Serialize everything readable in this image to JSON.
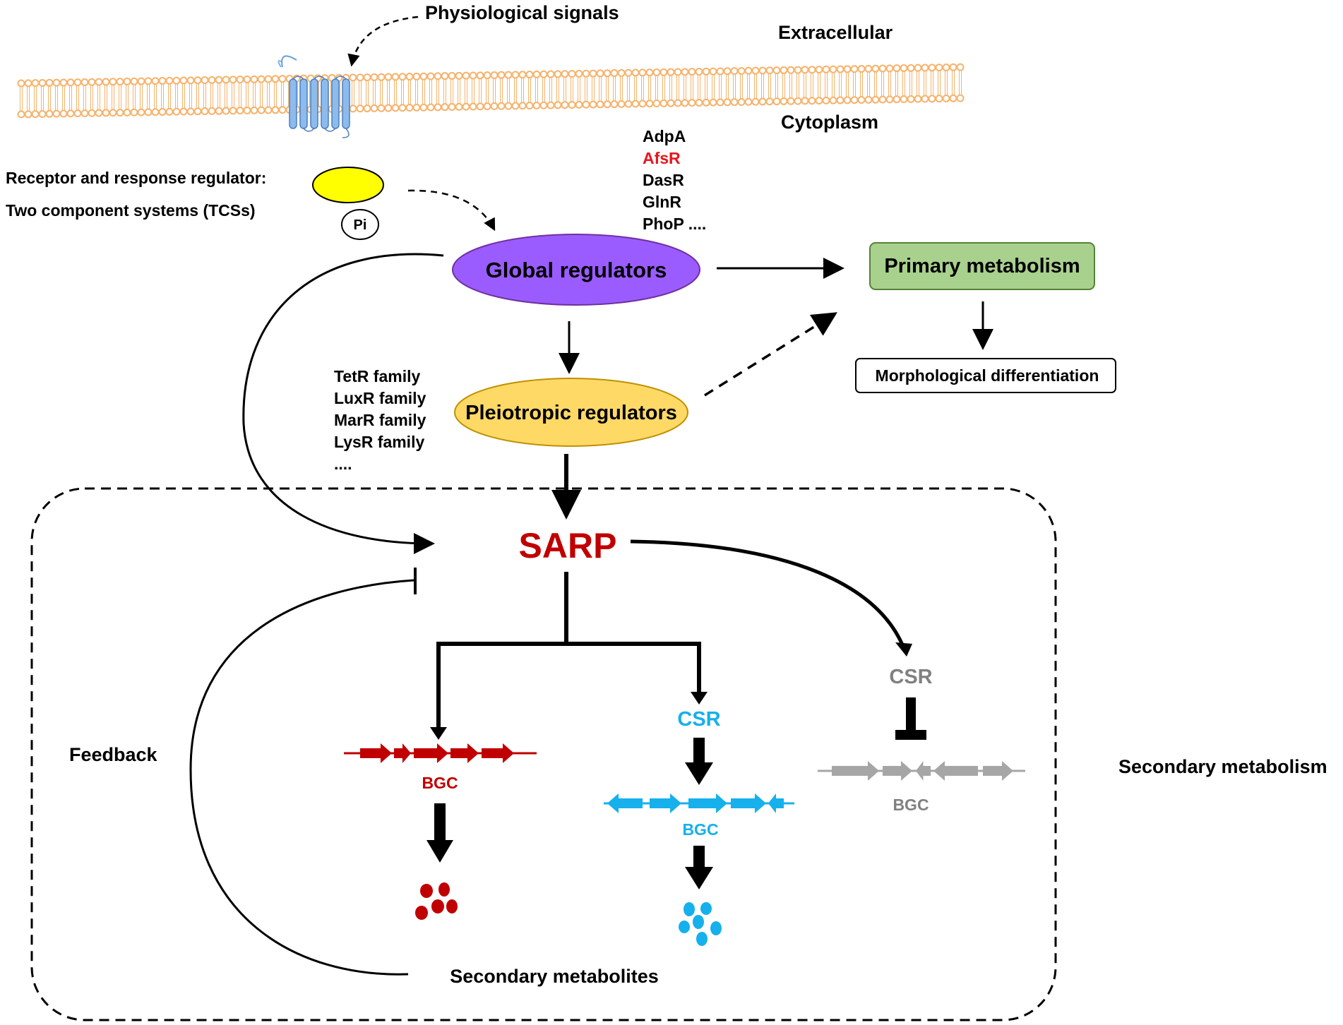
{
  "labels": {
    "physiological_signals": "Physiological signals",
    "extracellular": "Extracellular",
    "cytoplasm": "Cytoplasm",
    "receptor": "Receptor and response regulator:",
    "tcs": "Two component systems (TCSs)",
    "pi": "Pi",
    "global_regulators": "Global regulators",
    "primary_metabolism": "Primary metabolism",
    "morphological_differentiation": "Morphological  differentiation",
    "pleiotropic_regulators": "Pleiotropic regulators",
    "sarp": "SARP",
    "feedback": "Feedback",
    "secondary_metabolites": "Secondary metabolites",
    "secondary_metabolism": "Secondary metabolism",
    "bgc_red": "BGC",
    "bgc_blue": "BGC",
    "bgc_gray": "BGC",
    "csr_blue": "CSR",
    "csr_gray": "CSR"
  },
  "global_regulator_list": [
    {
      "text": "AdpA",
      "color": "#000000"
    },
    {
      "text": "AfsR",
      "color": "#e8141b"
    },
    {
      "text": "DasR",
      "color": "#000000"
    },
    {
      "text": "GlnR",
      "color": "#000000"
    },
    {
      "text": "PhoP ....",
      "color": "#000000"
    }
  ],
  "pleiotropic_regulator_list": [
    "TetR family",
    "LuxR family",
    "MarR family",
    "LysR family",
    "...."
  ],
  "colors": {
    "membrane": "#f6b26b",
    "receptor": "#7fb2e5",
    "tcs_ellipse": "#ffff00",
    "global_ellipse": "#9b5cff",
    "pleiotropic_ellipse": "#ffd966",
    "primary_box": "#a9d18e",
    "sarp": "#c00000",
    "red_cluster": "#c00000",
    "blue_cluster": "#16b0ec",
    "gray_cluster": "#a6a6a6"
  }
}
